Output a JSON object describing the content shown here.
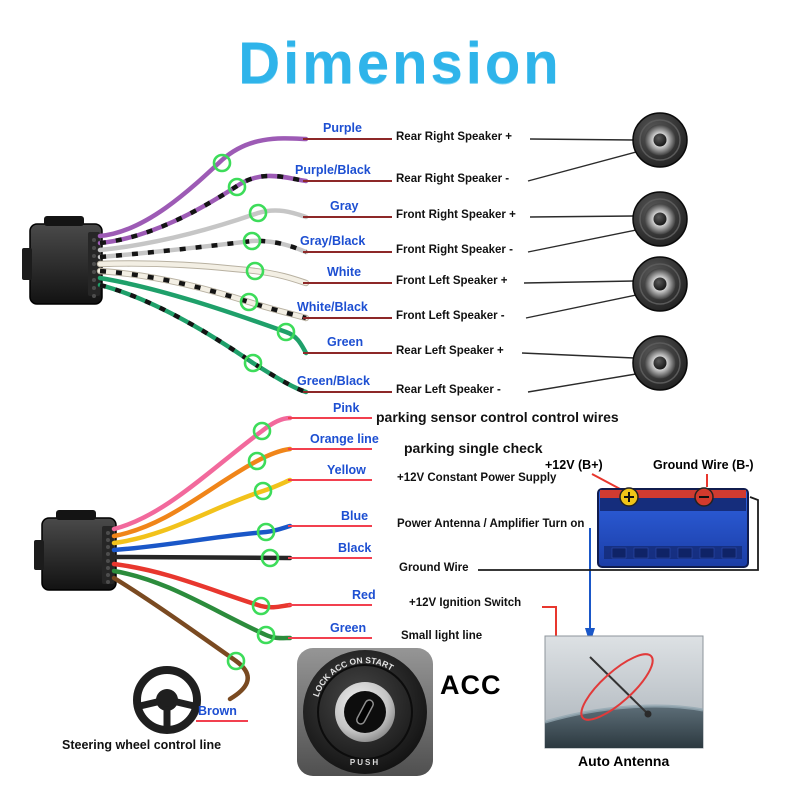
{
  "title": "Dimension",
  "colors": {
    "title": "#2fb4ea",
    "wire_label_blue": "#1d4fd2",
    "leader_top": "#8d2828",
    "leader_bottom": "#f2404f",
    "ring_green": "#3ddc5a",
    "antenna_line_blue": "#1a57c8",
    "ground_line_black": "#1c1c1c",
    "ignition_line_red": "#e8372e"
  },
  "top_section": {
    "rows": [
      {
        "wire": "Purple",
        "desc": "Rear Right Speaker +",
        "color": "#9d5bb5"
      },
      {
        "wire": "Purple/Black",
        "desc": "Rear Right Speaker -",
        "color": "#9d5bb5"
      },
      {
        "wire": "Gray",
        "desc": "Front Right Speaker +",
        "color": "#c6c6c6"
      },
      {
        "wire": "Gray/Black",
        "desc": "Front Right Speaker -",
        "color": "#c6c6c6"
      },
      {
        "wire": "White",
        "desc": "Front Left Speaker +",
        "color": "#f3efe4"
      },
      {
        "wire": "White/Black",
        "desc": "Front Left Speaker -",
        "color": "#f3efe4"
      },
      {
        "wire": "Green",
        "desc": "Rear Left Speaker +",
        "color": "#1fa06a"
      },
      {
        "wire": "Green/Black",
        "desc": "Rear Left Speaker -",
        "color": "#1fa06a"
      }
    ]
  },
  "bottom_section": {
    "rows": [
      {
        "wire": "Pink",
        "desc": "parking sensor control control wires",
        "color": "#f2699c"
      },
      {
        "wire": "Orange line",
        "desc": "parking single check",
        "color": "#f08519"
      },
      {
        "wire": "Yellow",
        "desc": "+12V Constant Power Supply",
        "color": "#f2c21b"
      },
      {
        "wire": "Blue",
        "desc": "Power Antenna / Amplifier Turn on",
        "color": "#1a57c8"
      },
      {
        "wire": "Black",
        "desc": "Ground Wire",
        "color": "#262626"
      },
      {
        "wire": "Red",
        "desc": "+12V  Ignition Switch",
        "color": "#e8372e"
      },
      {
        "wire": "Green",
        "desc": "Small light line",
        "color": "#2c8c3c"
      },
      {
        "wire": "Brown",
        "desc": "Steering wheel control line",
        "color": "#7a4a21"
      }
    ]
  },
  "battery": {
    "plus_label": "+12V  (B+)",
    "minus_label": "Ground Wire (B-)"
  },
  "acc": {
    "label": "ACC",
    "switch_text": "LOCK   ACC   ON   START",
    "push": "PUSH"
  },
  "antenna": {
    "label": "Auto Antenna"
  }
}
